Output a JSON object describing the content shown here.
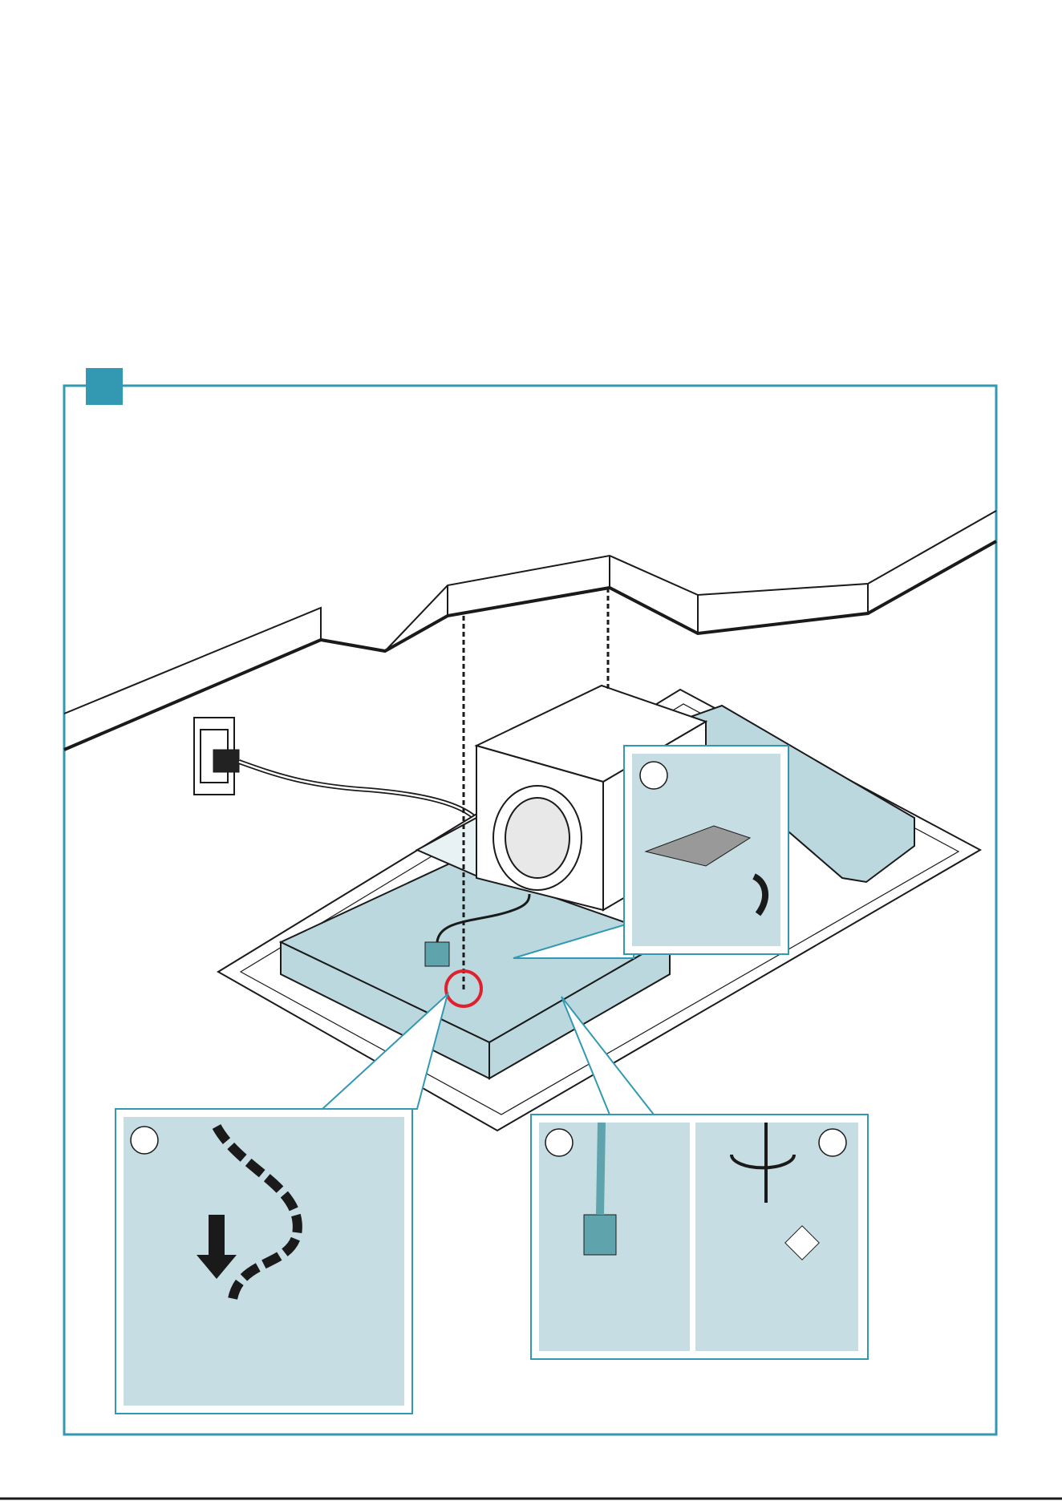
{
  "colors": {
    "frame": "#3399b3",
    "step_badge": "#3399b3",
    "panel_fill": "#c6dde3",
    "hood_fill": "#bcd8df",
    "line": "#1a1a1a",
    "highlight_circle": "#e0202c",
    "arrow": "#1a1a1a",
    "connector": "#5fa3ad",
    "footer_rule": "#1a1a1a"
  },
  "figure": {
    "step_badge_text": "",
    "callouts": [
      {
        "id": "a",
        "label": ""
      },
      {
        "id": "b",
        "label": ""
      },
      {
        "id": "c",
        "label": ""
      },
      {
        "id": "d",
        "label": ""
      }
    ],
    "icons": [
      "ceiling",
      "wall-socket",
      "plug",
      "suspension-chain",
      "blower-box",
      "hood-frame",
      "connector-plug",
      "ground-screw",
      "ground-symbol",
      "rotate-arrow",
      "down-arrow",
      "lift-arrow",
      "cover-plate"
    ]
  },
  "footer": {
    "page_text": ""
  }
}
